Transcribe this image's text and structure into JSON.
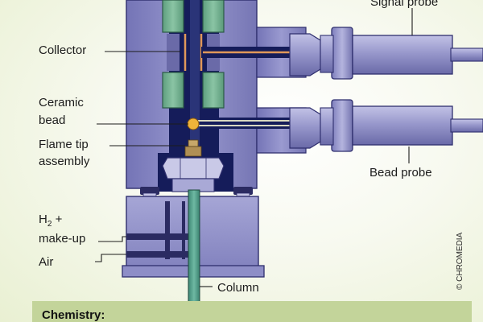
{
  "labels": {
    "signal_probe": "Signal probe",
    "collector": "Collector",
    "ceramic_bead_line1": "Ceramic",
    "ceramic_bead_line2": "bead",
    "flame_tip_line1": "Flame tip",
    "flame_tip_line2": "assembly",
    "bead_probe": "Bead probe",
    "h2_line1": "H",
    "h2_subscript": "2",
    "h2_plus": " +",
    "makeup": "make-up",
    "air": "Air",
    "column": "Column"
  },
  "copyright": "© CHROMEDIA",
  "footer": {
    "label": "Chemistry:"
  },
  "colors": {
    "body": "#8c8cc6",
    "body_dark": "#5e5e9e",
    "core": "#141e5c",
    "green": "#77b394",
    "probe": "#9d9dd0",
    "wire_orange": "#e0985a",
    "bead": "#f0b43a",
    "column": "#4f9a86",
    "footer_band": "#c3d49a"
  }
}
